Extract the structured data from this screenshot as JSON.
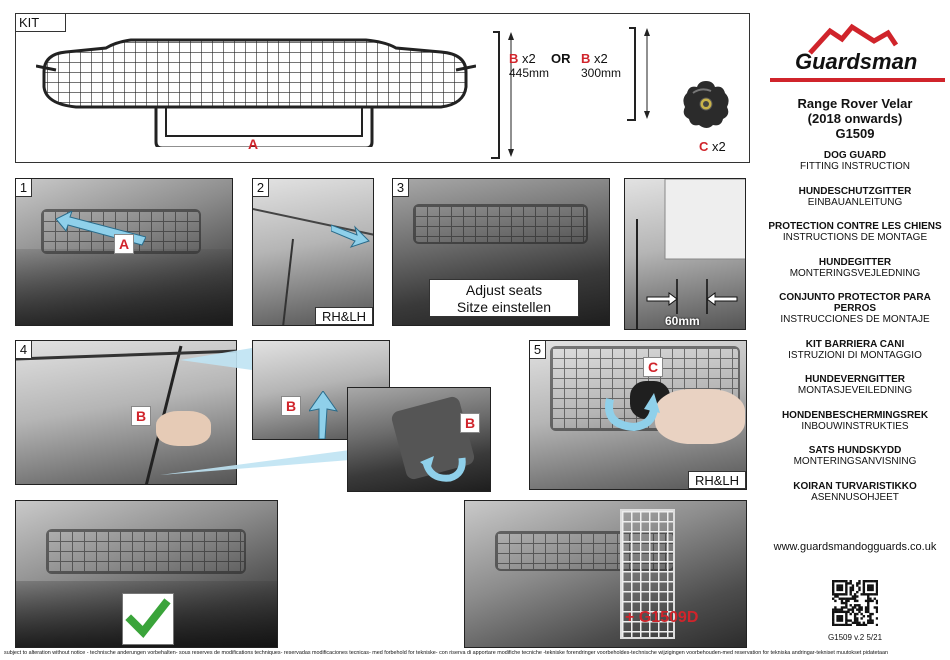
{
  "kit": {
    "label": "KIT",
    "part_a": "A",
    "part_b_long_letter": "B",
    "part_b_long_qty": "x2",
    "part_b_long_size": "445mm",
    "or": "OR",
    "part_b_short_letter": "B",
    "part_b_short_qty": "x2",
    "part_b_short_size": "300mm",
    "part_c_letter": "C",
    "part_c_qty": "x2"
  },
  "brand": {
    "name": "Guardsman",
    "accent_color": "#d0242b"
  },
  "vehicle": {
    "model": "Range Rover Velar",
    "years": "(2018 onwards)",
    "code": "G1509"
  },
  "instructions": [
    {
      "title": "DOG GUARD",
      "subtitle": "FITTING INSTRUCTION"
    },
    {
      "title": "HUNDESCHUTZGITTER",
      "subtitle": "EINBAUANLEITUNG"
    },
    {
      "title": "PROTECTION CONTRE LES CHIENS",
      "subtitle": "INSTRUCTIONS DE MONTAGE"
    },
    {
      "title": "HUNDEGITTER",
      "subtitle": "MONTERINGSVEJLEDNING"
    },
    {
      "title": "CONJUNTO PROTECTOR PARA PERROS",
      "subtitle": "INSTRUCCIONES DE MONTAJE"
    },
    {
      "title": "KIT BARRIERA CANI",
      "subtitle": "ISTRUZIONI DI MONTAGGIO"
    },
    {
      "title": "HUNDEVERNGITTER",
      "subtitle": "MONTASJEVEILEDNING"
    },
    {
      "title": "HONDENBESCHERMINGSREK",
      "subtitle": "INBOUWINSTRUKTIES"
    },
    {
      "title": "SATS HUNDSKYDD",
      "subtitle": "MONTERINGSANVISNING"
    },
    {
      "title": "KOIRAN TURVARISTIKKO",
      "subtitle": "ASENNUSOHJEET"
    }
  ],
  "website": "www.guardsmandogguards.co.uk",
  "version": "G1509 v.2 5/21",
  "steps": {
    "s1": {
      "num": "1",
      "tag": "A"
    },
    "s2": {
      "num": "2",
      "side": "RH&LH"
    },
    "s3": {
      "num": "3",
      "note_line1": "Adjust seats",
      "note_line2": "Sitze einstellen"
    },
    "s3b": {
      "gap": "60mm"
    },
    "s4": {
      "num": "4",
      "tag": "B",
      "tag_detail1": "B",
      "tag_detail2": "B"
    },
    "s5": {
      "num": "5",
      "tag": "C",
      "side": "RH&LH"
    },
    "s7": {
      "addon": "+ G1509D"
    }
  },
  "footer": "subject to alteration without notice - technische anderungen vorbehalten- sous reserves de modifications techniques- reservadas modificaciones tecnicas- med forbehold for tekniske- con riserva di apportare modifiche tecniche -tekniske forendringer voorbeholdes-technische wijzigingen voorbehouden-med reservation for tekniska andringar-tekniset muutokset pidatetaan"
}
